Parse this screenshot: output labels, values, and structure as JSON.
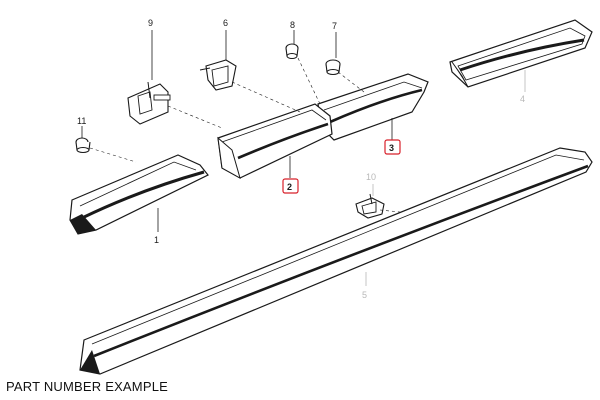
{
  "caption": "PART NUMBER EXAMPLE",
  "colors": {
    "ink": "#1a1a1a",
    "faded": "#b8b8b8",
    "highlight": "#d8202a",
    "shade": "#3a3a3a"
  },
  "labels": {
    "p1": "1",
    "p2": "2",
    "p3": "3",
    "p4": "4",
    "p5": "5",
    "p6": "6",
    "p7": "7",
    "p8": "8",
    "p9": "9",
    "p10": "10",
    "p11": "11"
  },
  "highlighted_parts": [
    "2",
    "3"
  ]
}
